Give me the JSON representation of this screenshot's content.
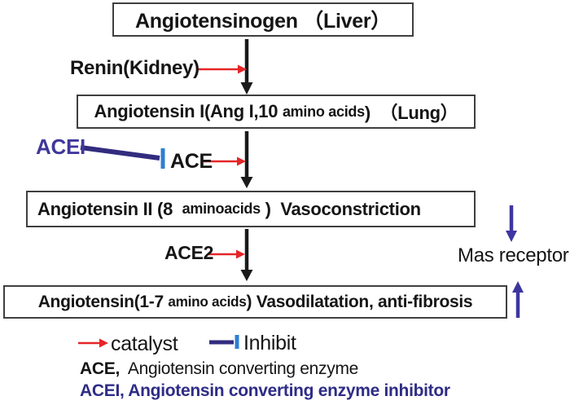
{
  "colors": {
    "background": "#ffffff",
    "text": "#151515",
    "box_border": "#3f3f3f",
    "black_arrow": "#1a1a1a",
    "catalyst_red": "#e52528",
    "inhibit_navy": "#322c7e",
    "inhibit_bar_blue": "#2e7fd2",
    "mas_purple": "#3d36a0",
    "acei_text_navy": "#40379b",
    "definition_navy": "#2e2c86"
  },
  "boxes": {
    "angiotensinogen": {
      "text": "Angiotensinogen （Liver）"
    },
    "angiotensin1": {
      "t1": "Angiotensin I(Ang I,10 ",
      "small": "amino acids",
      "t2": ")  （Lung）"
    },
    "angiotensin2": {
      "t1": "Angiotensin II (8  ",
      "small": "aminoacids",
      "t2": " )  Vasoconstriction"
    },
    "angiotensin17": {
      "t1": "Angiotensin(1-7 ",
      "small": "amino acids",
      "t2": ") Vasodilatation, anti-fibrosis"
    }
  },
  "labels": {
    "renin": "Renin(Kidney)",
    "acei": "ACEI",
    "ace": "ACE",
    "ace2": "ACE2",
    "mas_receptor": "Mas receptor"
  },
  "legend": {
    "catalyst": "catalyst",
    "inhibit": "Inhibit",
    "ace_term": "ACE,",
    "ace_definition": "  Angiotensin converting enzyme",
    "acei_term": "ACEI,",
    "acei_definition": " Angiotensin converting enzyme inhibitor"
  }
}
